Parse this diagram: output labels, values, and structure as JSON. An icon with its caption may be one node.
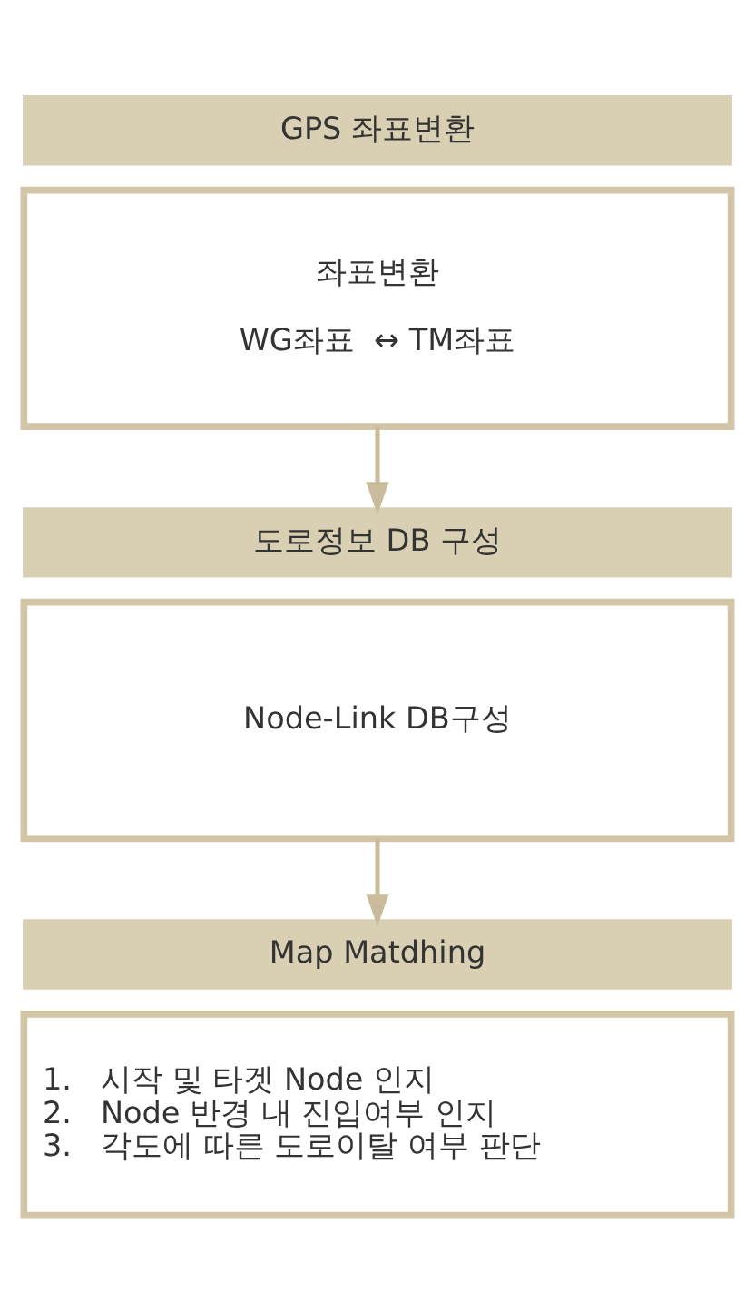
{
  "diagram": {
    "nodes": [
      {
        "text": [
          "GPS 좌표변환"
        ]
      },
      {
        "text": [
          "좌표변환",
          "WG좌표  ↔ TM좌표"
        ]
      },
      {
        "text": [
          "도로정보 DB 구성"
        ]
      },
      {
        "text": [
          "Node-Link DB구성"
        ]
      },
      {
        "text": [
          "Map Matdhing"
        ]
      },
      {
        "text": [
          "1.   시작 및 타겟 Node 인지",
          "2.   Node 반경 내 진입여부 인지",
          "3.   각도에 따른 도로이탈 여부 판단"
        ]
      }
    ],
    "edges": [
      {
        "from": 1,
        "to": 2,
        "arrow": "to"
      },
      {
        "from": 3,
        "to": 4,
        "arrow": "to"
      }
    ]
  }
}
